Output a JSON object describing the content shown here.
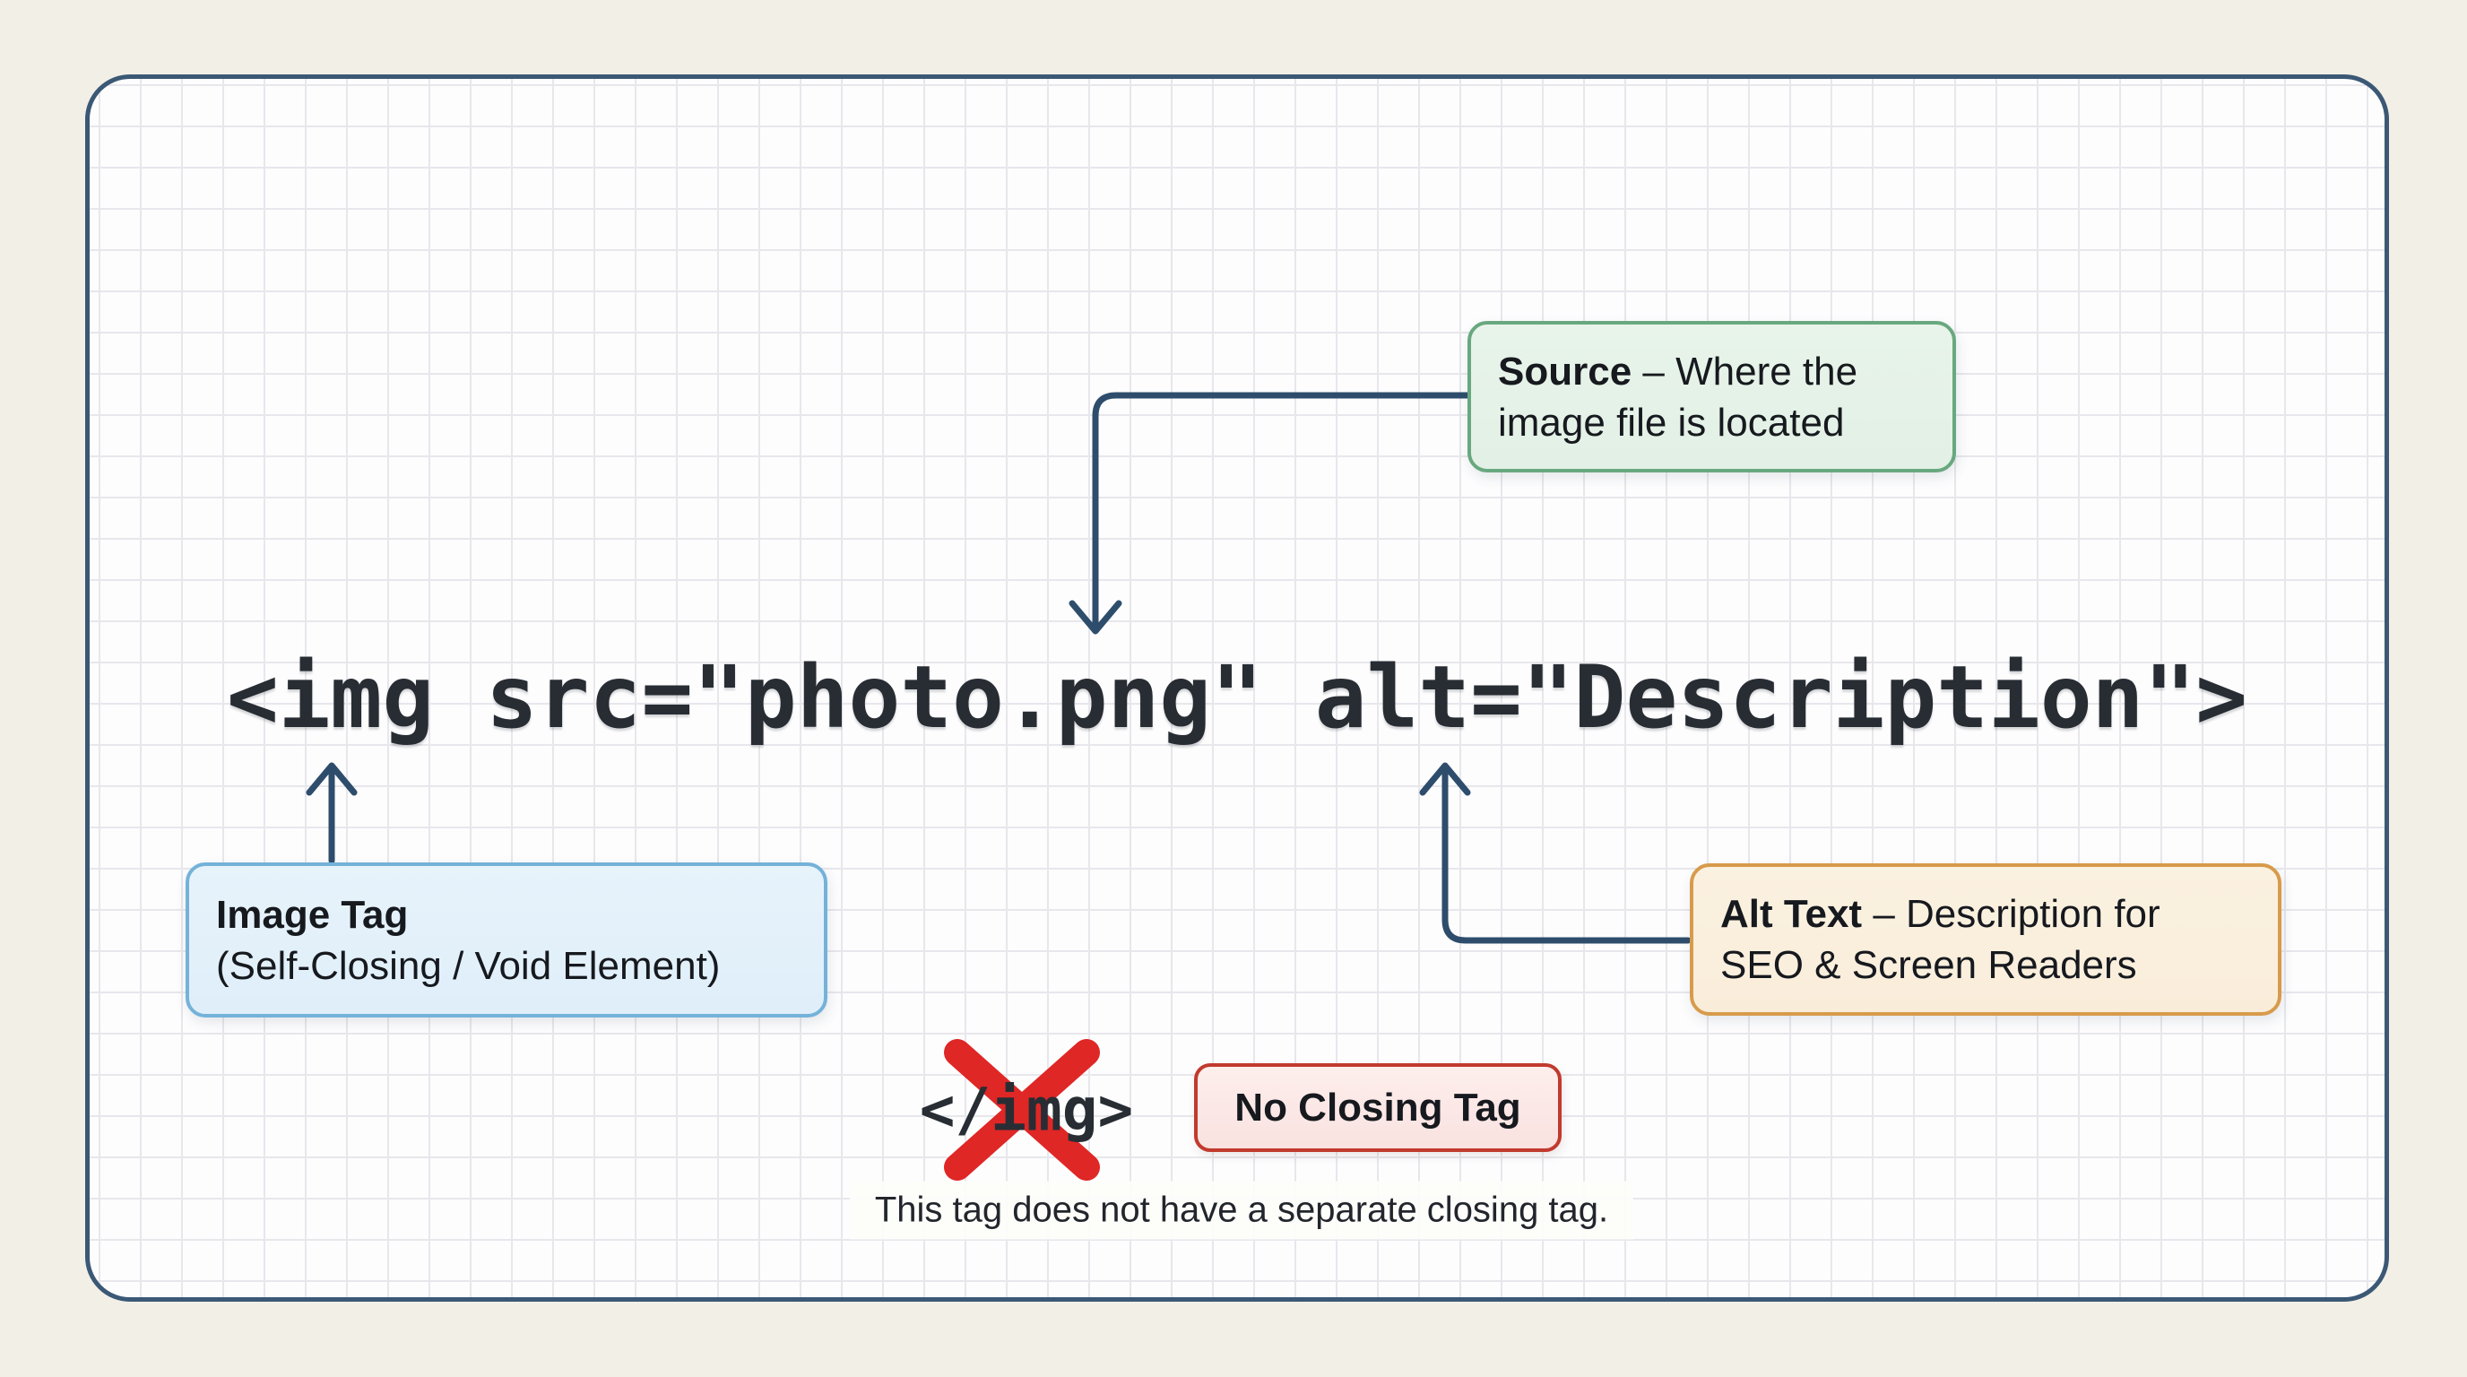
{
  "code": {
    "text": "<img src=\"photo.png\" alt=\"Description\">"
  },
  "closing_tag": {
    "code": "</img>"
  },
  "callouts": {
    "source": {
      "title": "Source",
      "line1_rest": " – Where the",
      "line2": "image file is located"
    },
    "image_tag": {
      "line1": "Image Tag",
      "line2": "(Self-Closing / Void Element)"
    },
    "alt_text": {
      "title": "Alt Text",
      "line1_rest": " – Description for",
      "line2": "SEO & Screen Readers"
    },
    "no_closing": {
      "label": "No Closing Tag"
    }
  },
  "caption": {
    "text": "This tag does not have a separate closing tag."
  },
  "colors": {
    "page-bg": "#f2efe7",
    "board-border": "#3b5875",
    "grid-line": "#e7e7ec",
    "connector": "#2e4d6c",
    "green-border": "#69a87f",
    "green-bg": "#e2f0e5",
    "blue-border": "#74b2d9",
    "blue-bg": "#dfeef9",
    "orange-border": "#d79b4b",
    "orange-bg": "#f9edda",
    "red-border": "#c13a2e",
    "red-bg": "#f9e2e0",
    "red-x": "#df2726",
    "code-text": "#282d34",
    "label-text": "#16191e"
  }
}
